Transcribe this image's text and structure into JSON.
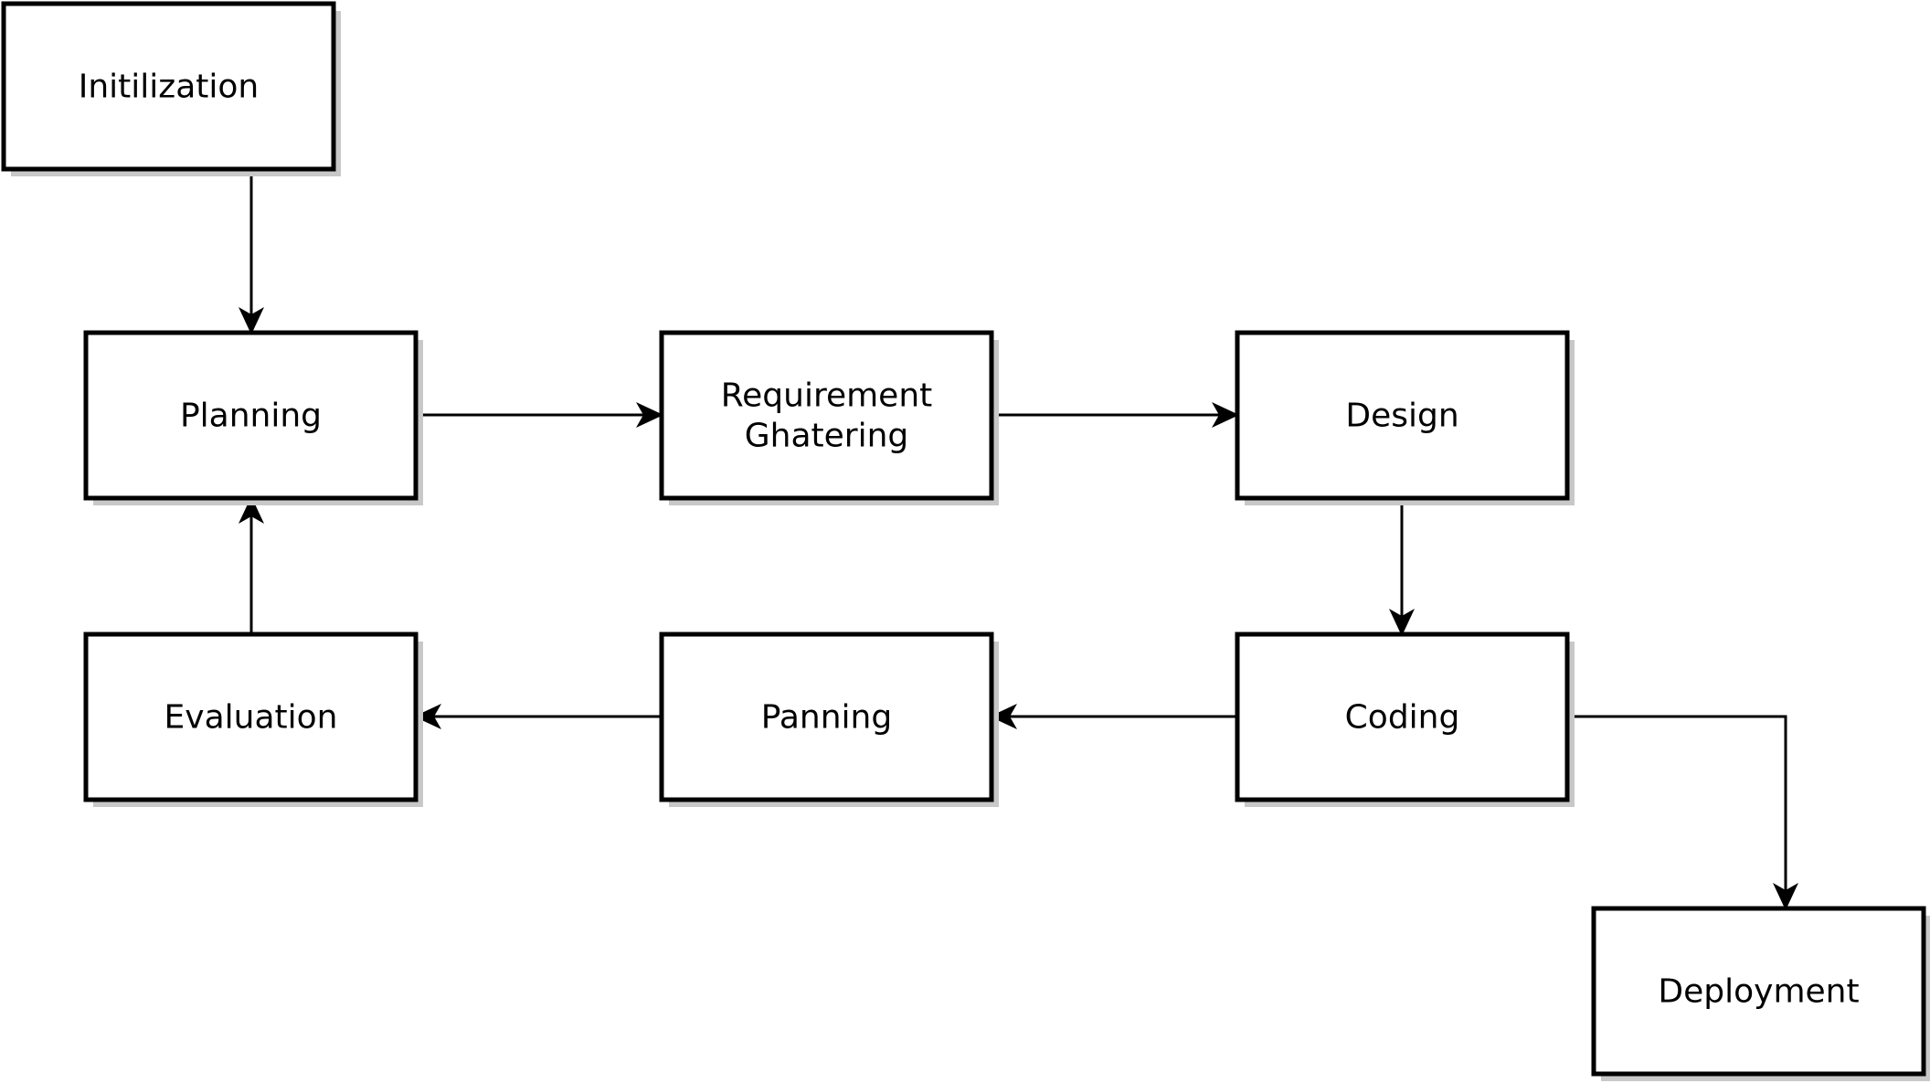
{
  "diagram": {
    "type": "flowchart",
    "nodes": [
      {
        "id": "initilization",
        "lines": [
          "Initilization"
        ]
      },
      {
        "id": "planning",
        "lines": [
          "Planning"
        ]
      },
      {
        "id": "requirement-ghatering",
        "lines": [
          "Requirement",
          "Ghatering"
        ]
      },
      {
        "id": "design",
        "lines": [
          "Design"
        ]
      },
      {
        "id": "coding",
        "lines": [
          "Coding"
        ]
      },
      {
        "id": "panning",
        "lines": [
          "Panning"
        ]
      },
      {
        "id": "evaluation",
        "lines": [
          "Evaluation"
        ]
      },
      {
        "id": "deployment",
        "lines": [
          "Deployment"
        ]
      }
    ],
    "edges": [
      {
        "from": "initilization",
        "to": "planning"
      },
      {
        "from": "planning",
        "to": "requirement-ghatering"
      },
      {
        "from": "requirement-ghatering",
        "to": "design"
      },
      {
        "from": "design",
        "to": "coding"
      },
      {
        "from": "coding",
        "to": "panning"
      },
      {
        "from": "panning",
        "to": "evaluation"
      },
      {
        "from": "evaluation",
        "to": "planning"
      },
      {
        "from": "coding",
        "to": "deployment"
      }
    ]
  }
}
